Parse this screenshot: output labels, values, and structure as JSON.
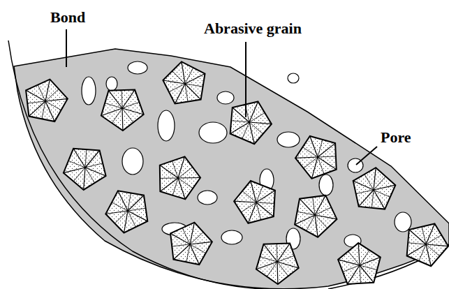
{
  "diagram": {
    "labels": [
      "Bond",
      "Abrasive grain",
      "Pore"
    ]
  }
}
